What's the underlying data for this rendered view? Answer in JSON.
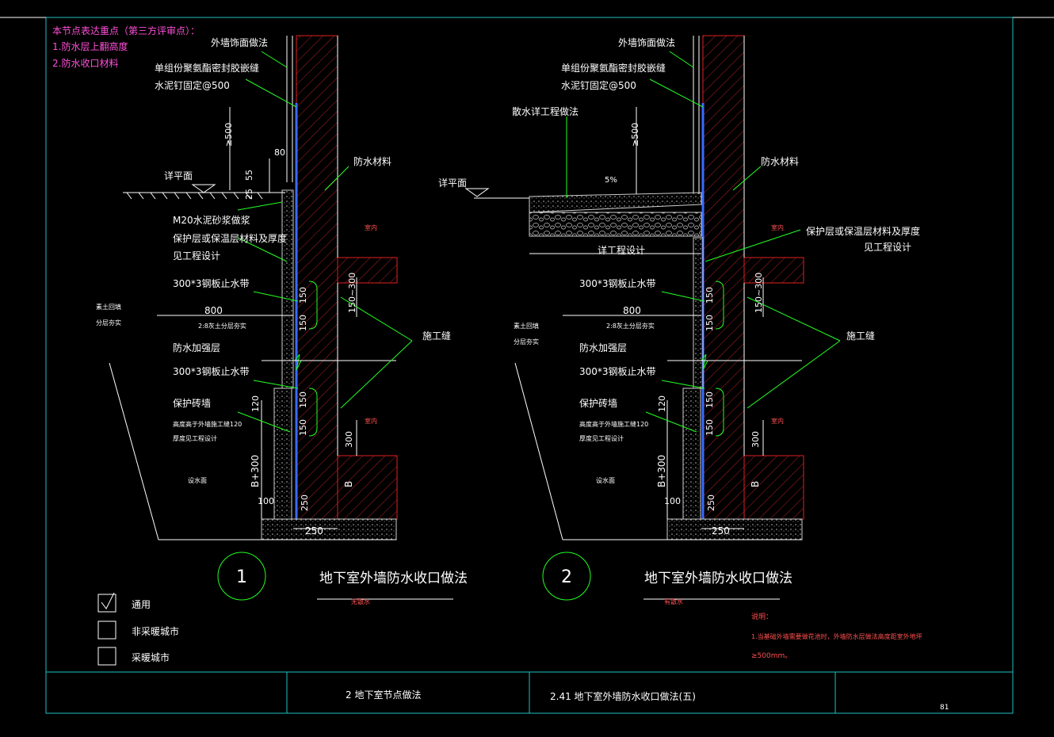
{
  "colors": {
    "background": "#000000",
    "frame": "#20c0c0",
    "leader": "#22ff22",
    "text": "#ffffff",
    "highlight": "#ff4fd8",
    "concrete_hatch": "#e02020",
    "membrane": "#3a6bff"
  },
  "review_notes": {
    "title": "本节点表达重点（第三方评审点）：",
    "items": [
      "1.防水层上翻高度",
      "2.防水收口材料"
    ]
  },
  "detail1": {
    "number": "1",
    "title": "地下室外墙防水收口做法",
    "subtitle": "无散水",
    "labels": {
      "wall_finish": "外墙饰面做法",
      "sealant": "单组份聚氨酯密封胶嵌缝",
      "nail": "水泥钉固定@500",
      "grade": "详平面",
      "waterproof": "防水材料",
      "mortar": "M20水泥砂浆做浆",
      "protect1": "保护层或保温层材料及厚度",
      "protect2": "见工程设计",
      "waterstop1": "300*3钢板止水带",
      "backfill_width": "800",
      "backfill_note": "2:8灰土分层夯实",
      "backfill": "素土回填",
      "backfill2": "分层夯实",
      "reinforce": "防水加强层",
      "waterstop2": "300*3钢板止水带",
      "brick": "保护砖墙",
      "brick_note": "高度高于外墙施工缝120",
      "brick_note2": "厚度见工程设计",
      "construction_joint": "施工缝",
      "water_level": "设水面",
      "indoor": "室内",
      "indoor2": "室内"
    },
    "dims": {
      "d500": "≥500",
      "d80": "80",
      "d55": "55",
      "d25": "25",
      "d150a": "150",
      "d150b": "150",
      "d150c": "150",
      "d150d": "150",
      "d150_300": "150~300",
      "d120": "120",
      "d300": "300",
      "dB300": "B+300",
      "dB": "B",
      "d100": "100",
      "d250v": "250",
      "d250h": "250"
    }
  },
  "detail2": {
    "number": "2",
    "title": "地下室外墙防水收口做法",
    "subtitle": "有散水",
    "labels": {
      "wall_finish": "外墙饰面做法",
      "sealant": "单组份聚氨酯密封胶嵌缝",
      "nail": "水泥钉固定@500",
      "apron": "散水详工程做法",
      "grade": "详平面",
      "slope": "5%",
      "waterproof": "防水材料",
      "see_design": "详工程设计",
      "protect1": "保护层或保温层材料及厚度",
      "protect2": "见工程设计",
      "waterstop1": "300*3钢板止水带",
      "backfill_width": "800",
      "backfill_note": "2:8灰土分层夯实",
      "backfill": "素土回填",
      "backfill2": "分层夯实",
      "reinforce": "防水加强层",
      "waterstop2": "300*3钢板止水带",
      "brick": "保护砖墙",
      "brick_note": "高度高于外墙施工缝120",
      "brick_note2": "厚度见工程设计",
      "construction_joint": "施工缝",
      "water_level": "设水面",
      "indoor": "室内",
      "indoor2": "室内"
    },
    "dims": {
      "d500": "≥500",
      "d150a": "150",
      "d150b": "150",
      "d150c": "150",
      "d150d": "150",
      "d150_300": "150~300",
      "d120": "120",
      "d300": "300",
      "dB300": "B+300",
      "dB": "B",
      "d100": "100",
      "d250v": "250",
      "d250h": "250"
    }
  },
  "notes": {
    "heading": "说明：",
    "line1": "1.当基础外墙需要做花池时，外墙防水层做法高度距室外地坪",
    "line2": "≥500mm。"
  },
  "legend": [
    {
      "label": "通用",
      "checked": true
    },
    {
      "label": "非采暖城市",
      "checked": false
    },
    {
      "label": "采暖城市",
      "checked": false
    }
  ],
  "title_block": {
    "chapter": "2  地下室节点做法",
    "section": "2.41  地下室外墙防水收口做法(五)",
    "page": "81"
  }
}
